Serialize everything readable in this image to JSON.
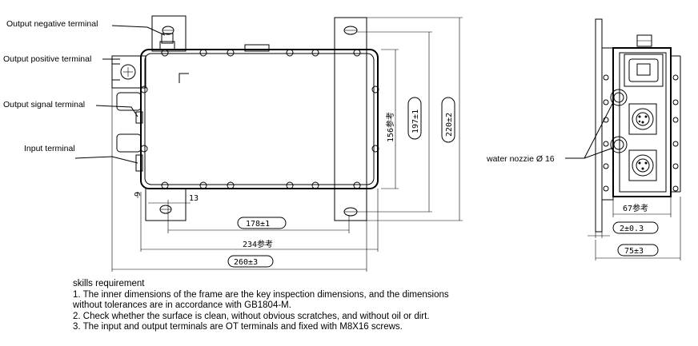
{
  "labels": {
    "output_negative": "Output negative terminal",
    "output_positive": "Output positive terminal",
    "output_signal": "Output signal terminal",
    "input": "Input terminal",
    "water_nozzle": "water nozzie Ø 16"
  },
  "dimensions": {
    "d13": "13",
    "d9": "9",
    "d178": "178±1",
    "d234": "234参考",
    "d260": "260±3",
    "d156": "156参考",
    "d197": "197±1",
    "d220": "220±2",
    "d67": "67参考",
    "d2": "2±0.3",
    "d75": "75±3"
  },
  "notes": {
    "title": "skills requirement",
    "items": [
      "1. The inner dimensions of the frame are the key inspection dimensions, and the dimensions",
      "without tolerances are in accordance with GB1804-M.",
      "2. Check whether the surface is clean, without obvious scratches, and without oil or dirt.",
      "3. The input and output terminals are OT terminals and fixed with M8X16 screws."
    ]
  }
}
